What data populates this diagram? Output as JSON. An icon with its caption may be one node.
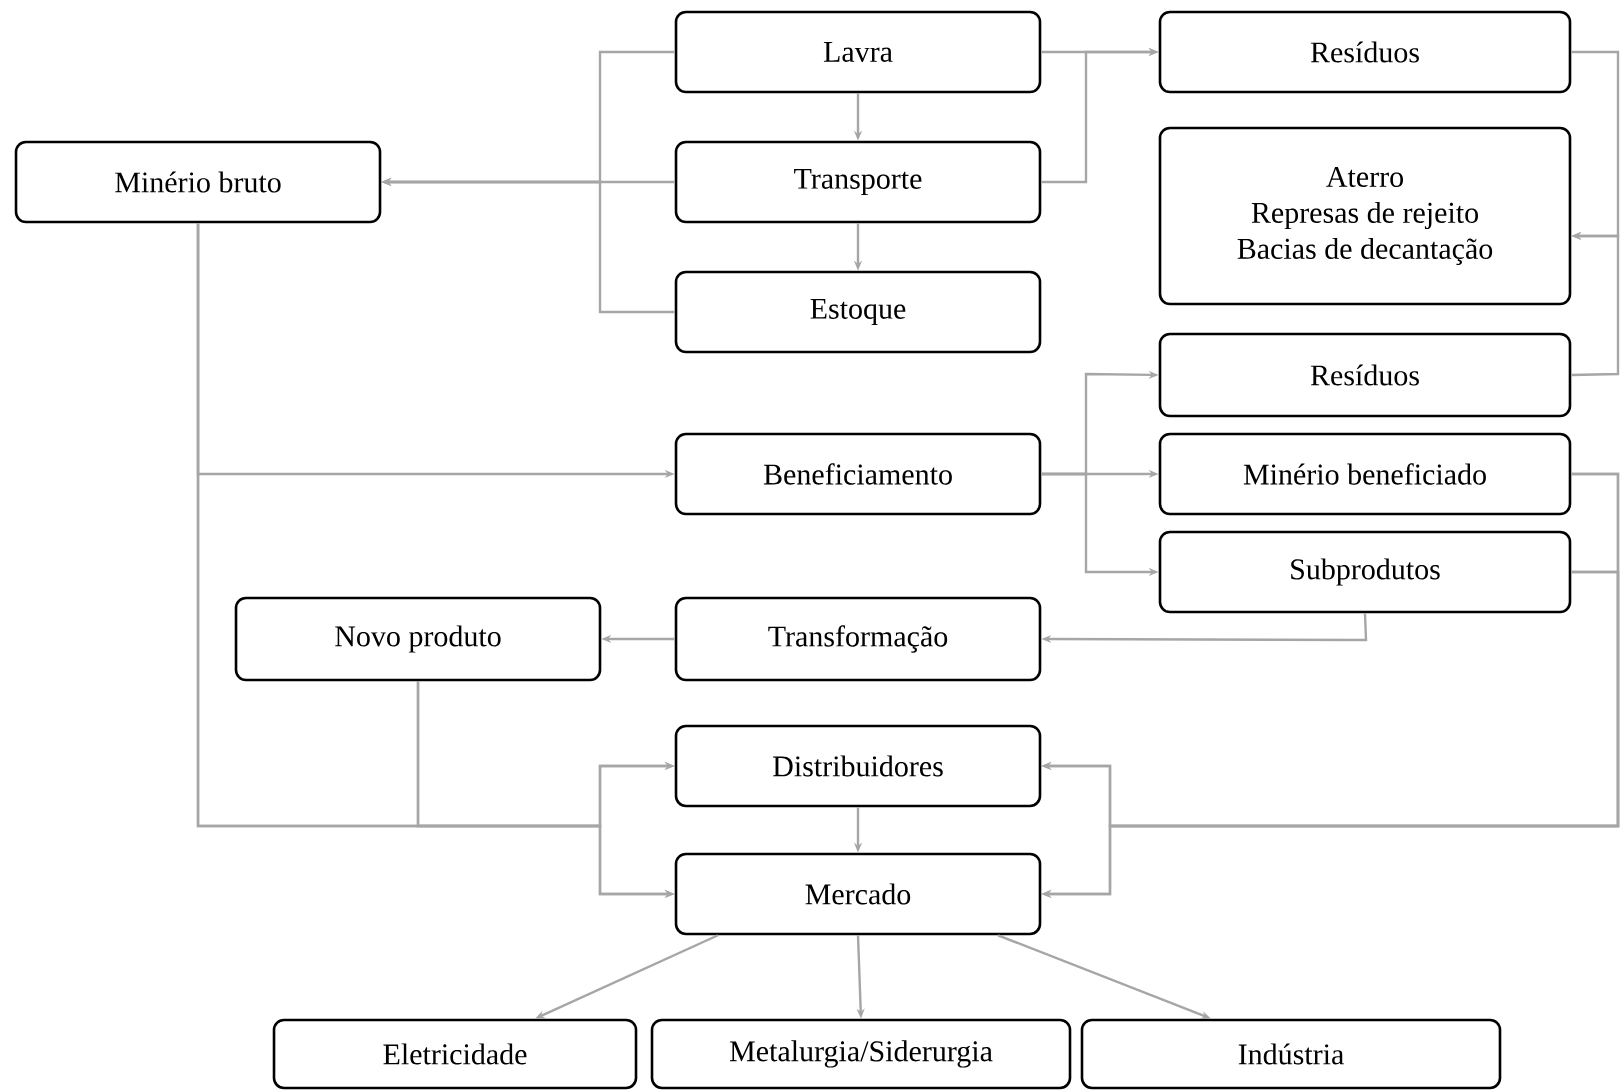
{
  "diagram": {
    "nodes": [
      {
        "text": [
          "Minério bruto"
        ]
      },
      {
        "text": [
          "Lavra"
        ]
      },
      {
        "text": [
          "Transporte"
        ]
      },
      {
        "text": [
          "Estoque"
        ]
      },
      {
        "text": [
          "Resíduos"
        ]
      },
      {
        "text": [
          "Aterro",
          "Represas de rejeito",
          "Bacias de decantação"
        ]
      },
      {
        "text": [
          "Resíduos"
        ]
      },
      {
        "text": [
          "Minério beneficiado"
        ]
      },
      {
        "text": [
          "Subprodutos"
        ]
      },
      {
        "text": [
          "Beneficiamento"
        ]
      },
      {
        "text": [
          "Transformação"
        ]
      },
      {
        "text": [
          "Novo produto"
        ]
      },
      {
        "text": [
          "Distribuidores"
        ]
      },
      {
        "text": [
          "Mercado"
        ]
      },
      {
        "text": [
          "Eletricidade"
        ]
      },
      {
        "text": [
          "Metalurgia/Siderurgia"
        ]
      },
      {
        "text": [
          "Indústria"
        ]
      }
    ],
    "edges": [
      {
        "from": 1,
        "to": 0,
        "arrow": "to"
      },
      {
        "from": 2,
        "to": 0,
        "arrow": "to"
      },
      {
        "from": 3,
        "to": 0,
        "arrow": "to"
      },
      {
        "from": 1,
        "to": 2,
        "arrow": "to"
      },
      {
        "from": 2,
        "to": 3,
        "arrow": "to"
      },
      {
        "from": 1,
        "to": 4,
        "arrow": "to"
      },
      {
        "from": 2,
        "to": 4,
        "arrow": "to"
      },
      {
        "from": 4,
        "to": 5,
        "arrow": "to"
      },
      {
        "from": 6,
        "to": 5,
        "arrow": "to"
      },
      {
        "from": 0,
        "to": 9,
        "arrow": "to"
      },
      {
        "from": 0,
        "to": 12,
        "arrow": "to"
      },
      {
        "from": 0,
        "to": 13,
        "arrow": "to"
      },
      {
        "from": 9,
        "to": 6,
        "arrow": "to"
      },
      {
        "from": 9,
        "to": 7,
        "arrow": "to"
      },
      {
        "from": 9,
        "to": 8,
        "arrow": "to"
      },
      {
        "from": 8,
        "to": 10,
        "arrow": "to"
      },
      {
        "from": 10,
        "to": 11,
        "arrow": "to"
      },
      {
        "from": 11,
        "to": 12,
        "arrow": "to"
      },
      {
        "from": 11,
        "to": 13,
        "arrow": "to"
      },
      {
        "from": 7,
        "to": 12,
        "arrow": "to"
      },
      {
        "from": 7,
        "to": 13,
        "arrow": "to"
      },
      {
        "from": 8,
        "to": 12,
        "arrow": "to"
      },
      {
        "from": 8,
        "to": 13,
        "arrow": "to"
      },
      {
        "from": 12,
        "to": 13,
        "arrow": "to"
      },
      {
        "from": 13,
        "to": 14,
        "arrow": "to"
      },
      {
        "from": 13,
        "to": 15,
        "arrow": "to"
      },
      {
        "from": 13,
        "to": 16,
        "arrow": "to"
      }
    ]
  }
}
